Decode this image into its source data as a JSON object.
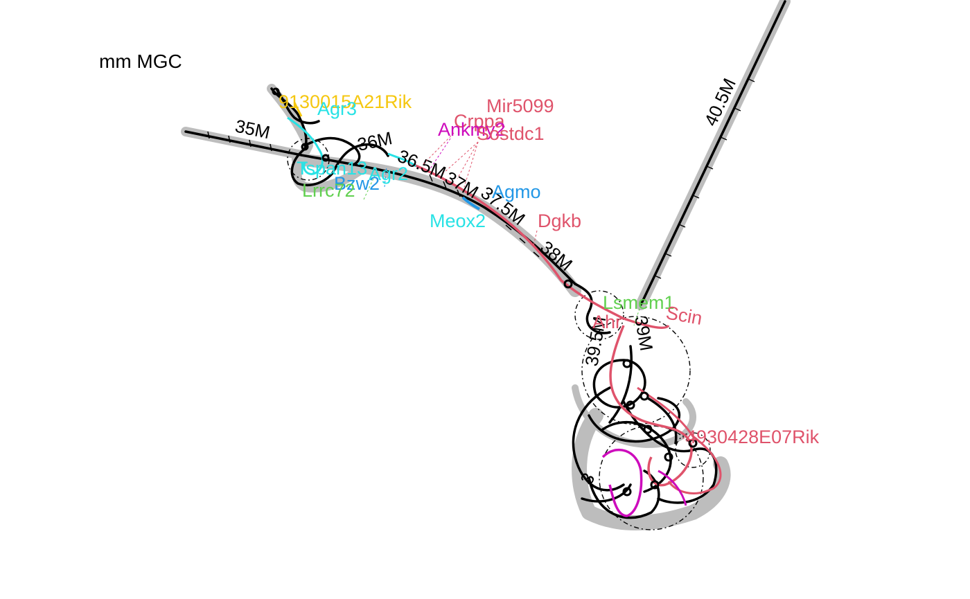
{
  "title": "mm MGC",
  "colors": {
    "fiber": "#000000",
    "halo": "#bdbdbd",
    "red": "#df536b",
    "cyan": "#28e2e5",
    "magenta": "#cd0bbc",
    "blue": "#2297e6",
    "green": "#61d04f",
    "gold": "#f5c710"
  },
  "position_labels": [
    "35M",
    "36M",
    "36.5M",
    "37M",
    "37.5M",
    "38M",
    "40.5M",
    "39.5M",
    "39M",
    "3"
  ],
  "genes": [
    {
      "name": "9130015A21Rik",
      "color": "gold"
    },
    {
      "name": "Agr3",
      "color": "cyan"
    },
    {
      "name": "Mir5099",
      "color": "red"
    },
    {
      "name": "Crppa",
      "color": "red"
    },
    {
      "name": "Ankmy2",
      "color": "magenta"
    },
    {
      "name": "Sostdc1",
      "color": "red"
    },
    {
      "name": "Tspan13",
      "color": "cyan"
    },
    {
      "name": "Agr2",
      "color": "cyan"
    },
    {
      "name": "Bzw2",
      "color": "blue"
    },
    {
      "name": "Lrrc72",
      "color": "green"
    },
    {
      "name": "Agmo",
      "color": "blue"
    },
    {
      "name": "Meox2",
      "color": "cyan"
    },
    {
      "name": "Dgkb",
      "color": "red"
    },
    {
      "name": "Lsmem1",
      "color": "green"
    },
    {
      "name": "Ahr",
      "color": "red"
    },
    {
      "name": "Scin",
      "color": "red"
    },
    {
      "name": "4930428E07Rik",
      "color": "red"
    }
  ]
}
